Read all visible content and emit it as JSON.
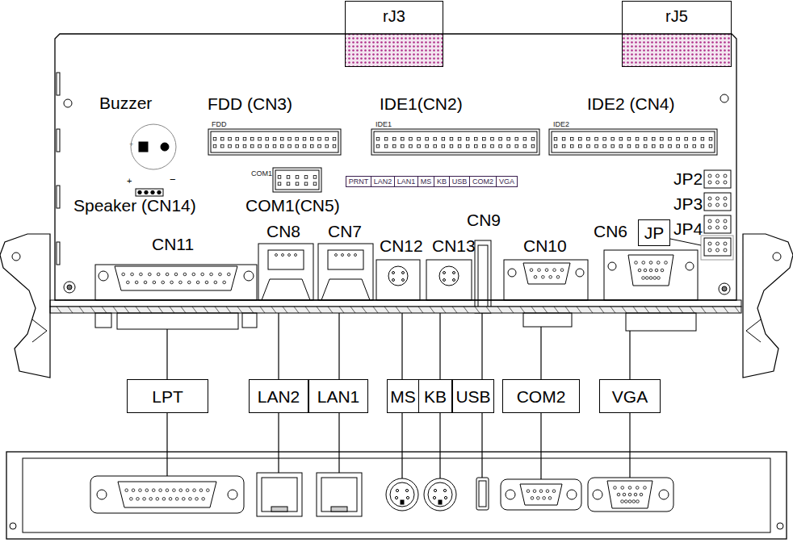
{
  "diagram": {
    "nodes": [
      {
        "text": [
          "rJ3"
        ]
      },
      {
        "text": [
          "rJ5"
        ]
      },
      {
        "text": [
          "PRNT"
        ]
      },
      {
        "text": [
          "LAN2"
        ]
      },
      {
        "text": [
          "LAN1"
        ]
      },
      {
        "text": [
          "MS"
        ]
      },
      {
        "text": [
          "KB"
        ]
      },
      {
        "text": [
          "USB"
        ]
      },
      {
        "text": [
          "COM2"
        ]
      },
      {
        "text": [
          "VGA"
        ]
      },
      {
        "text": [
          "JP"
        ]
      },
      {
        "text": [
          "LPT"
        ]
      },
      {
        "text": [
          "LAN2"
        ]
      },
      {
        "text": [
          "LAN1"
        ]
      },
      {
        "text": [
          "MS"
        ]
      },
      {
        "text": [
          "KB"
        ]
      },
      {
        "text": [
          "USB"
        ]
      },
      {
        "text": [
          "COM2"
        ]
      },
      {
        "text": [
          "VGA"
        ]
      }
    ],
    "edges": [],
    "labels": [
      "Buzzer",
      "+",
      "FDD (CN3)",
      "IDE1(CN2)",
      "IDE2 (CN4)",
      "FDD",
      "IDE1",
      "IDE2",
      "COM1",
      "+",
      "−",
      "Speaker (CN14)",
      "COM1(CN5)",
      "JP2",
      "JP3",
      "CN9",
      "CN8",
      "CN7",
      "CN6",
      "JP4",
      "CN11",
      "CN12",
      "CN13",
      "CN10"
    ]
  }
}
